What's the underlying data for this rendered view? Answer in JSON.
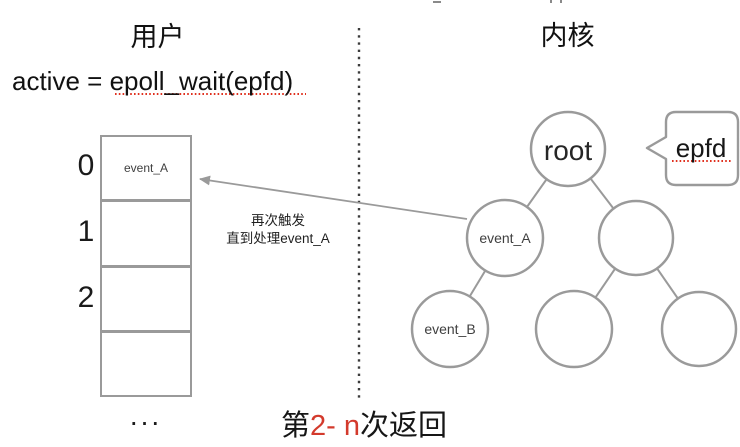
{
  "titles": {
    "user": "用户",
    "kernel": "内核"
  },
  "code_line": {
    "prefix": "active = ",
    "call": "epoll_wait(epfd)"
  },
  "ready_list": {
    "rows": [
      {
        "index": "0",
        "value": "event_A"
      },
      {
        "index": "1",
        "value": ""
      },
      {
        "index": "2",
        "value": ""
      },
      {
        "index": "",
        "value": ""
      }
    ],
    "ellipsis": "..."
  },
  "arrow_label": {
    "line1": "再次触发",
    "line2": "直到处理event_A"
  },
  "tree": {
    "root_label": "root",
    "event_a_label": "event_A",
    "event_b_label": "event_B"
  },
  "callout": {
    "label": "epfd"
  },
  "caption": {
    "prefix": "第",
    "highlight": "2- n",
    "suffix": "次返回"
  },
  "colors": {
    "shape_stroke": "#9a9a9a",
    "divider": "#3c3c3c",
    "highlight_red": "#d33a2c",
    "squiggle_red": "#e0301e"
  }
}
